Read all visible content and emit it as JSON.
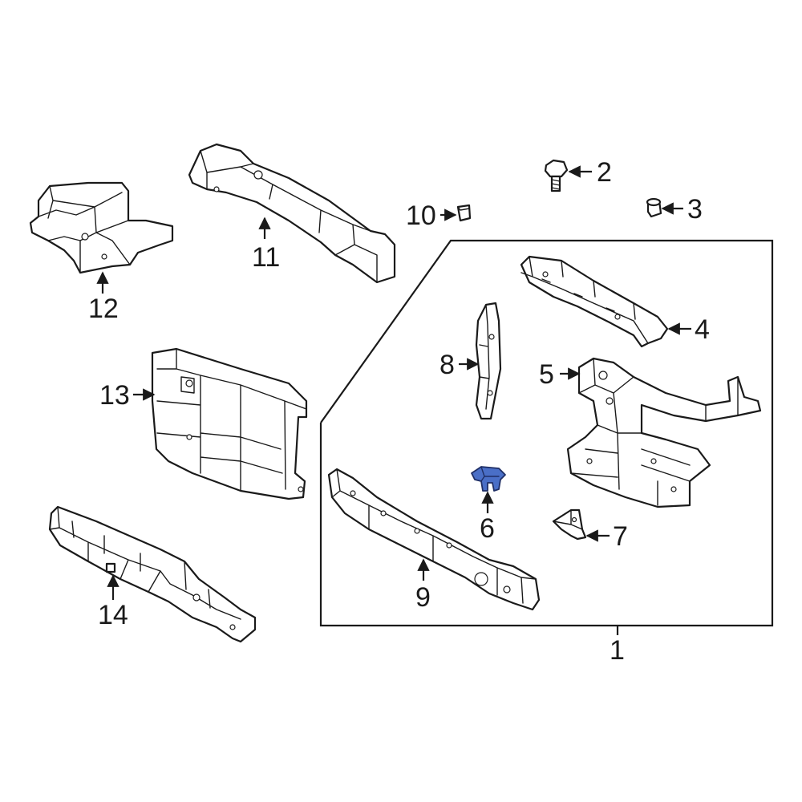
{
  "callouts": {
    "c1": "1",
    "c2": "2",
    "c3": "3",
    "c4": "4",
    "c5": "5",
    "c6": "6",
    "c7": "7",
    "c8": "8",
    "c9": "9",
    "c10": "10",
    "c11": "11",
    "c12": "12",
    "c13": "13",
    "c14": "14"
  },
  "colors": {
    "highlight_part": "#4a6fc7",
    "line": "#1a1a1a"
  }
}
